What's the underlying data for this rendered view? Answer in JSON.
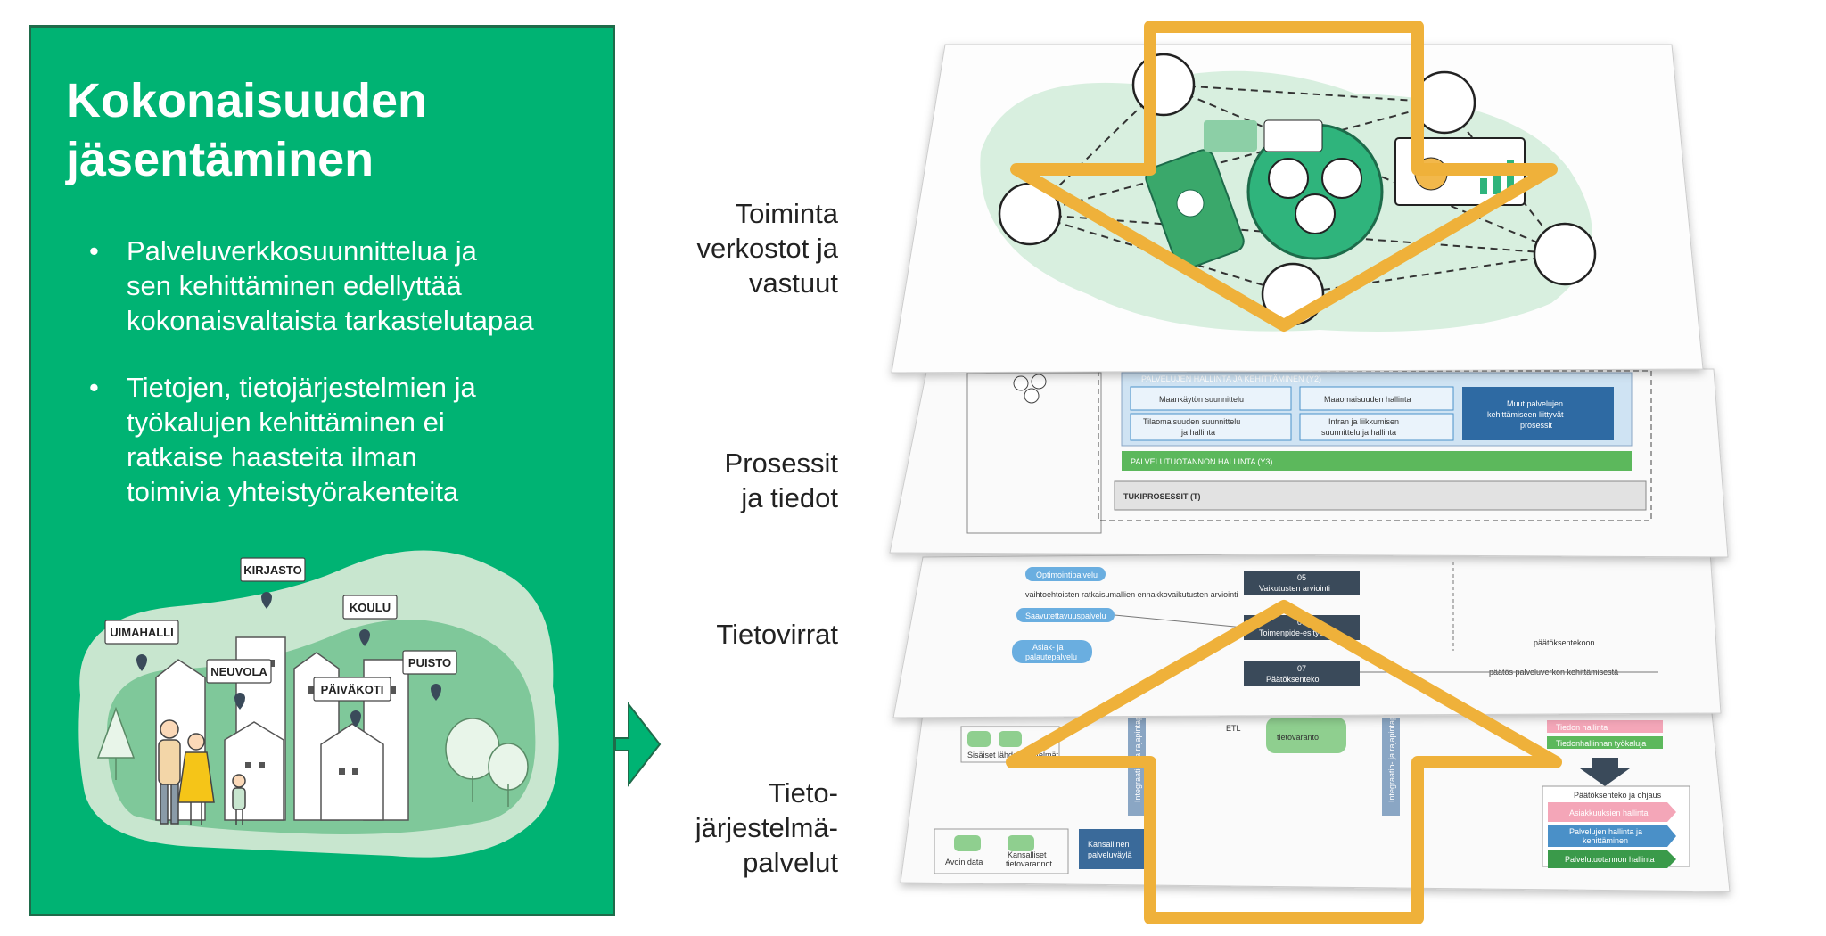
{
  "panel": {
    "title_line1": "Kokonaisuuden",
    "title_line2": "jäsentäminen",
    "bullets": [
      {
        "line1": "Palveluverkkosuunnittelua ja",
        "line2": "sen kehittäminen edellyttää",
        "line3": "kokonaisvaltaista tarkastelutapaa",
        "line4": ""
      },
      {
        "line1": "Tietojen, tietojärjestelmien ja",
        "line2": "työkalujen kehittäminen ei",
        "line3": "ratkaise haasteita ilman",
        "line4": "toimivia yhteistyörakenteita"
      }
    ],
    "town_labels": {
      "uimahalli": "UIMAHALLI",
      "kirjasto": "KIRJASTO",
      "koulu": "KOULU",
      "neuvola": "NEUVOLA",
      "puisto": "PUISTO",
      "paivakoti": "PÄIVÄKOTI"
    }
  },
  "layers": {
    "l1": {
      "line1": "Toiminta",
      "line2": "verkostot ja",
      "line3": "vastuut"
    },
    "l2": {
      "line1": "Prosessit",
      "line2": "ja tiedot"
    },
    "l3": {
      "line1": "Tietovirrat"
    },
    "l4": {
      "line1": "Tieto-",
      "line2": "järjestelmä-",
      "line3": "palvelut"
    }
  },
  "process_layer": {
    "header": "PALVELUJEN HALLINTA JA KEHITTÄMINEN (Y2)",
    "box1": "Maankäytön suunnittelu",
    "box2": "Maaomaisuuden hallinta",
    "box3a": "Tilaomaisuuden suunnittelu",
    "box3b": "ja hallinta",
    "box4a": "Infran ja liikkumisen",
    "box4b": "suunnittelu ja hallinta",
    "box5a": "Muut palvelujen",
    "box5b": "kehittämiseen liittyvät",
    "box5c": "prosessit",
    "y3": "PALVELUTUOTANNON HALLINTA (Y3)",
    "t": "TUKIPROSESSIT (T)"
  },
  "flow_layer": {
    "pill1": "Optimointipalvelu",
    "pill2": "Saavutettavuuspalvelu",
    "pill3a": "Asiak- ja",
    "pill3b": "palautepalvelu",
    "step05n": "05",
    "step05": "Vaikutusten arviointi",
    "step06n": "06",
    "step06": "Toimenpide-esitys",
    "step07n": "07",
    "step07": "Päätöksenteko",
    "note1": "päätöksentekoon",
    "note2": "päätös palveluverkon kehittämisestä",
    "note3": "vaihtoehtoisten ratkaisumallien ennakkovaikutusten arviointi"
  },
  "systems_layer": {
    "sources": "Sisäiset lähdejärjestelmät",
    "etl": "ETL",
    "warehouse": "tietovaranto",
    "open_data": "Avoin data",
    "national_data_a": "Kansalliset",
    "national_data_b": "tietovarannot",
    "gateway_a": "Kansallinen",
    "gateway_b": "palveluväylä",
    "decision_header": "Päätöksenteko ja ohjaus",
    "decision1": "Asiakkuuksien hallinta",
    "decision2a": "Palvelujen hallinta ja",
    "decision2b": "kehittäminen",
    "decision3": "Palvelutuotannon hallinta",
    "tool1": "Tiedon hallinta",
    "tool2": "Tiedonhallinnan työkaluja",
    "vertical1": "Integraatio- ja rajapintapalvelut",
    "vertical2": "Integraatio- ja rajapintapalvelut"
  },
  "colors": {
    "panel_green": "#00b373",
    "arrow_gold": "#efb13a",
    "process_blue": "#4a90c8",
    "process_dark_blue": "#2e6aa3",
    "process_green": "#5cb85c"
  }
}
